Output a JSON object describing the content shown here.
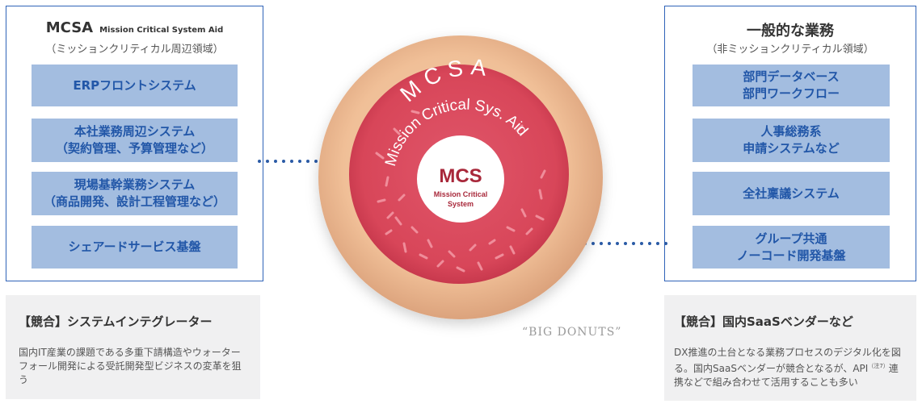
{
  "left_panel": {
    "title": "MCSA",
    "title_en": "Mission Critical System Aid",
    "subtitle": "（ミッションクリティカル周辺領域）",
    "boxes": [
      {
        "line1": "ERPフロントシステム",
        "line2": ""
      },
      {
        "line1": "本社業務周辺システム",
        "line2": "（契約管理、予算管理など）"
      },
      {
        "line1": "現場基幹業務システム",
        "line2": "（商品開発、設計工程管理など）"
      },
      {
        "line1": "シェアードサービス基盤",
        "line2": ""
      }
    ]
  },
  "right_panel": {
    "title": "一般的な業務",
    "subtitle": "（非ミッションクリティカル領域）",
    "boxes": [
      {
        "line1": "部門データベース",
        "line2": "部門ワークフロー"
      },
      {
        "line1": "人事総務系",
        "line2": "申請システムなど"
      },
      {
        "line1": "全社稟議システム",
        "line2": ""
      },
      {
        "line1": "グループ共通",
        "line2": "ノーコード開発基盤"
      }
    ]
  },
  "donut": {
    "outer_label": "MCSA",
    "arc_label": "Mission Critical Sys. Aid",
    "center_title": "MCS",
    "center_sub1": "Mission Critical",
    "center_sub2": "System",
    "caption": "“BIG DONUTS”",
    "colors": {
      "dough": "#f2c29c",
      "icing": "#d9455a",
      "text_dark": "#a8283a"
    }
  },
  "notes": {
    "left": {
      "title": "【競合】システムインテグレーター",
      "body": "国内IT産業の課題である多重下請構造やウォーターフォール開発による受託開発型ビジネスの変革を狙う"
    },
    "right": {
      "title": "【競合】国内SaaSベンダーなど",
      "body_before": "DX推進の土台となる業務プロセスのデジタル化を図る。国内SaaSベンダーが競合となるが、API",
      "footnote": "（注7）",
      "body_after": "連携などで組み合わせて活用することも多い"
    }
  }
}
